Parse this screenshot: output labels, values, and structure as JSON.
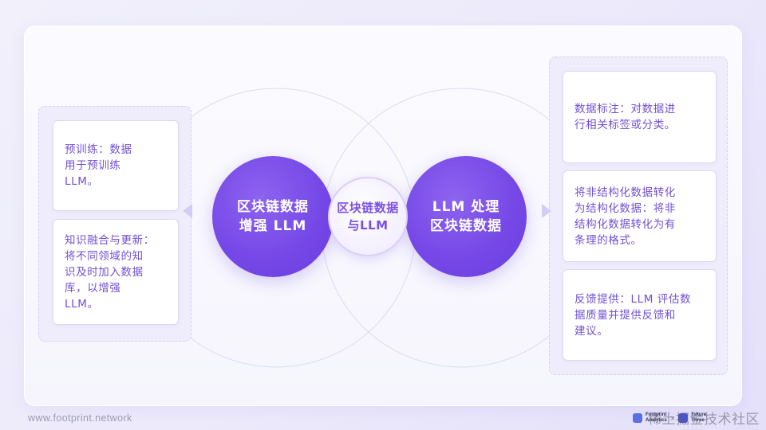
{
  "center": {
    "left_circle": [
      "区块链数据",
      "增强 LLM"
    ],
    "middle_circle": [
      "区块链数据",
      "与LLM"
    ],
    "right_circle": [
      "LLM 处理",
      "区块链数据"
    ]
  },
  "left_items": [
    {
      "lines": [
        "预训练：数据",
        "用于预训练",
        "LLM。"
      ]
    },
    {
      "lines": [
        "知识融合与更新：",
        "将不同领域的知",
        "识及时加入数据",
        "库，以增强",
        "LLM。"
      ]
    }
  ],
  "right_items": [
    {
      "lines": [
        "数据标注：对数据进",
        "行相关标签或分类。"
      ]
    },
    {
      "lines": [
        "将非结构化数据转化",
        "为结构化数据：将非",
        "结构化数据转化为有",
        "条理的格式。"
      ]
    },
    {
      "lines": [
        "反馈提供：LLM 评估数",
        "据质量并提供反馈和",
        "建议。"
      ]
    }
  ],
  "footer": {
    "url": "www.footprint.network",
    "logo_left_text": [
      "Footprint",
      "Analytics"
    ],
    "logo_separator": "×",
    "logo_right_text": [
      "Future",
      "Three"
    ],
    "watermark": "稀土掘金技术社区"
  },
  "colors": {
    "accent": "#7447e6",
    "text_purple": "#7250d6",
    "panel_bg": "#efedfb",
    "background": "#ece9fb"
  }
}
